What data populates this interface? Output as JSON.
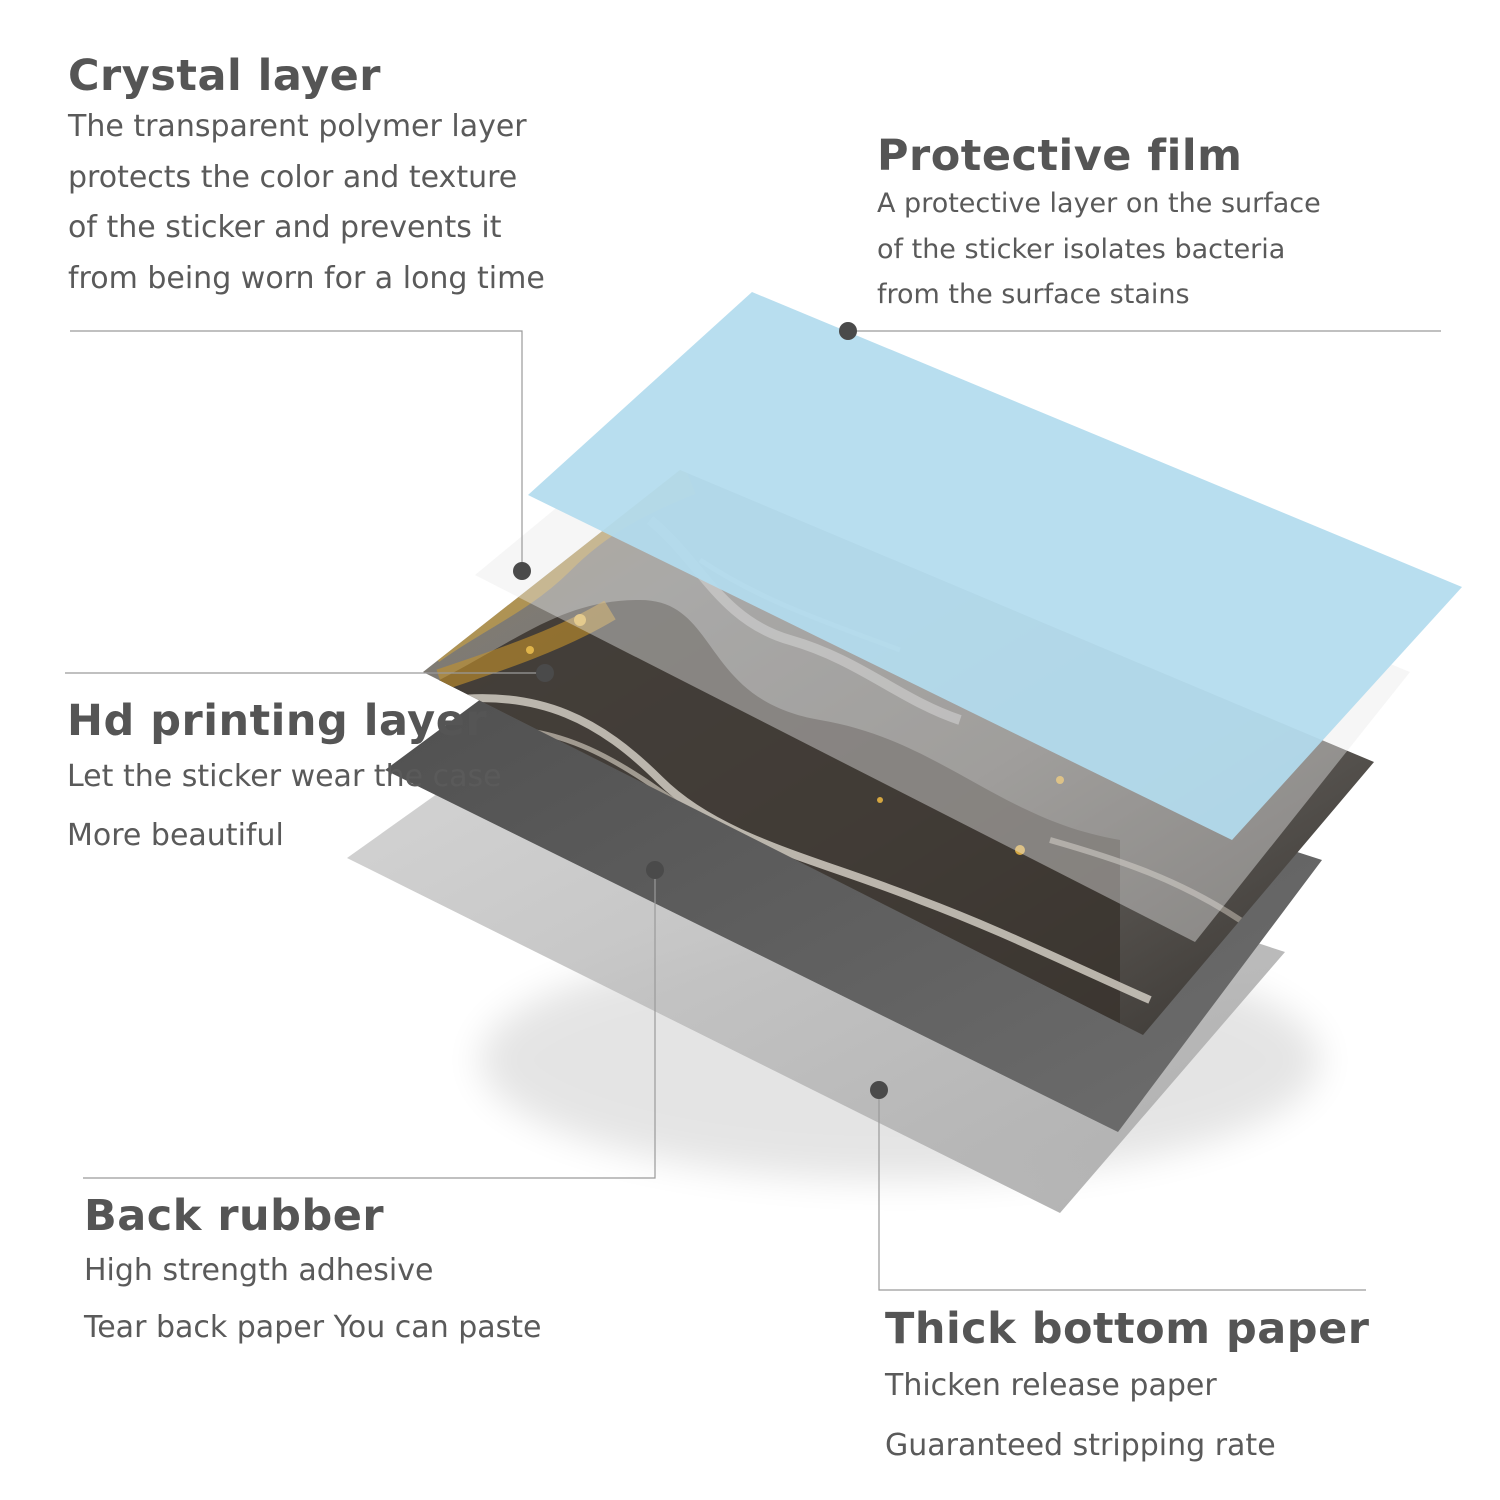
{
  "callouts": {
    "crystal": {
      "title": "Crystal layer",
      "lines": [
        "The transparent polymer layer",
        "protects the color and texture",
        "of the sticker and prevents it",
        "from being worn for a long time"
      ]
    },
    "protective": {
      "title": "Protective film",
      "lines": [
        "A protective layer on the surface",
        "of the sticker isolates bacteria",
        "from the surface stains"
      ]
    },
    "printing": {
      "title": "Hd printing layer",
      "lines": [
        "Let the sticker wear the case",
        "More beautiful"
      ]
    },
    "rubber": {
      "title": "Back rubber",
      "lines": [
        "High strength adhesive",
        "Tear back paper You can paste"
      ]
    },
    "paper": {
      "title": "Thick bottom paper",
      "lines": [
        "Thicken release paper",
        "Guaranteed stripping rate"
      ]
    }
  },
  "colors": {
    "protective_film": "#b3dbee",
    "crystal_layer": "#e9e9e9",
    "back_rubber": "#5e5e5e",
    "bottom_paper": "#c4c4c4",
    "marble_dark": "#3a3530",
    "marble_gold": "#c99a35",
    "leader_line": "#9a9a9a",
    "marker_dot": "#4a4a4a",
    "text": "#555555"
  }
}
